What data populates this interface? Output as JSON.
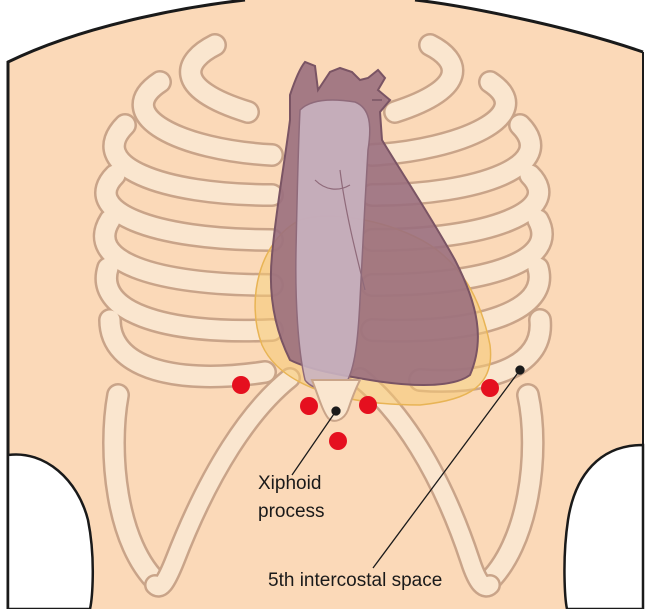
{
  "labels": {
    "xiphoid_line1": "Xiphoid",
    "xiphoid_line2": "process",
    "intercostal": "5th intercostal space"
  },
  "colors": {
    "skin": "#fbd9b8",
    "outline": "#1a1a1a",
    "rib_fill": "#fae6cf",
    "rib_stroke": "#c9a489",
    "heart_dark": "#9a6f7e",
    "heart_light": "#c9b3c0",
    "heart_stroke": "#7a5464",
    "halo": "#f6c873",
    "electrode": "#e5101f",
    "pointer": "#1a1a1a"
  },
  "icons": {
    "electrode": "red-dot",
    "pointer_tip": "black-dot"
  }
}
